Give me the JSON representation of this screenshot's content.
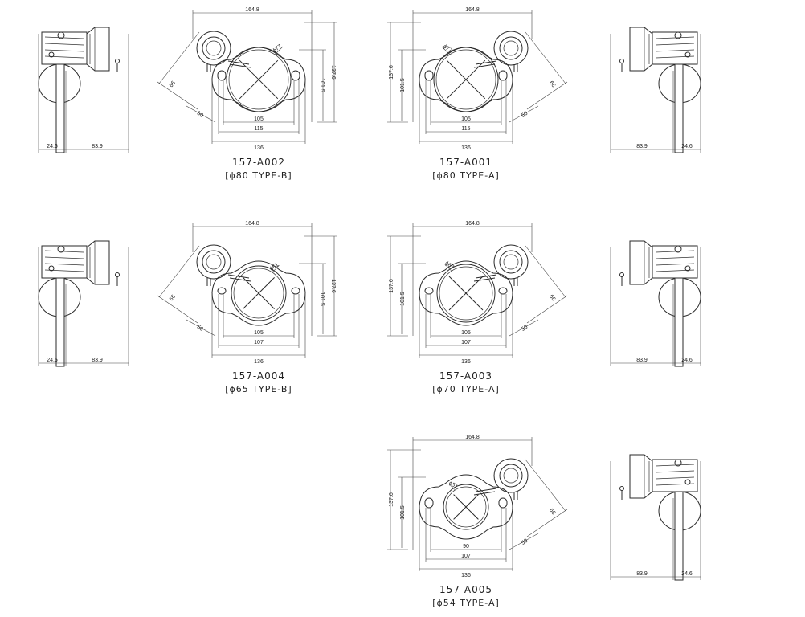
{
  "drawings": [
    {
      "id": "A002",
      "code": "157-A002",
      "type": "[ϕ80 TYPE-B]",
      "dims": {
        "width": "164.8",
        "height": "137.6",
        "inner_height": "101.5",
        "diameter": "ϕ77",
        "w1": "105",
        "w2": "115",
        "w3": "136",
        "diag1": "66",
        "diag2": "50",
        "side_a": "24.6",
        "side_b": "83.9"
      }
    },
    {
      "id": "A001",
      "code": "157-A001",
      "type": "[ϕ80 TYPE-A]",
      "dims": {
        "width": "164.8",
        "height": "137.6",
        "inner_height": "101.5",
        "diameter": "ϕ77",
        "w1": "105",
        "w2": "115",
        "w3": "136",
        "diag1": "66",
        "diag2": "50",
        "side_a": "83.9",
        "side_b": "24.6"
      }
    },
    {
      "id": "A004",
      "code": "157-A004",
      "type": "[ϕ65 TYPE-B]",
      "dims": {
        "width": "164.8",
        "height": "137.6",
        "inner_height": "101.5",
        "diameter": "ϕ61",
        "w1": "105",
        "w2": "107",
        "w3": "136",
        "diag1": "66",
        "diag2": "50",
        "side_a": "24.6",
        "side_b": "83.9"
      }
    },
    {
      "id": "A003",
      "code": "157-A003",
      "type": "[ϕ70 TYPE-A]",
      "dims": {
        "width": "164.8",
        "height": "137.6",
        "inner_height": "101.5",
        "diameter": "ϕ67",
        "w1": "105",
        "w2": "107",
        "w3": "136",
        "diag1": "66",
        "diag2": "50",
        "side_a": "83.9",
        "side_b": "24.6"
      }
    },
    {
      "id": "A005",
      "code": "157-A005",
      "type": "[ϕ54 TYPE-A]",
      "dims": {
        "width": "164.8",
        "height": "137.6",
        "inner_height": "101.5",
        "diameter": "ϕ51",
        "w1": "90",
        "w2": "107",
        "w3": "136",
        "diag1": "66",
        "diag2": "50",
        "side_a": "83.9",
        "side_b": "24.6"
      }
    }
  ]
}
